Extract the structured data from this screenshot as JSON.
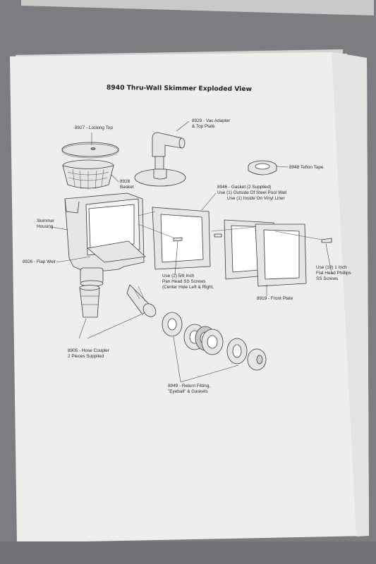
{
  "title": "8940 Thru-Wall Skimmer Exploded View",
  "parts": {
    "locking_top": "8927 - Locking Top",
    "vac_adapter": [
      "8929 - Vac Adapter",
      "& Top Plate"
    ],
    "basket": [
      "8928",
      "Basket"
    ],
    "teflon_tape": "8948 Teflon Tape",
    "gasket": [
      "8946 - Gasket (2 Supplied)",
      "Use (1) Outside Of Steel Pool Wall",
      "Use (1) Inside On Vinyl Liner"
    ],
    "skimmer_housing": [
      "Skimmer",
      "Housing"
    ],
    "flap_weir": "8926 - Flap Weir",
    "pan_screws": [
      "Use (2) 5/8 Inch",
      "Pan Head SS Screws",
      "(Center Hole Left & Right,"
    ],
    "flat_screws": [
      "Use (10) 1 Inch",
      "Flat Head Phillips",
      "SS Screws"
    ],
    "front_plate": "8919 - Front Plate",
    "hose_coupler": [
      "8905 - Hose Coupler",
      "2 Pieces Supplied"
    ],
    "return_fitting": [
      "8949 - Return Fitting,",
      "\"Eyeball\" & Gaskets"
    ]
  },
  "colors": {
    "paper": "#eeeeec",
    "line": "#3a3a3a",
    "part_fill": "#e6e6e4",
    "background": "#7d7f82"
  }
}
